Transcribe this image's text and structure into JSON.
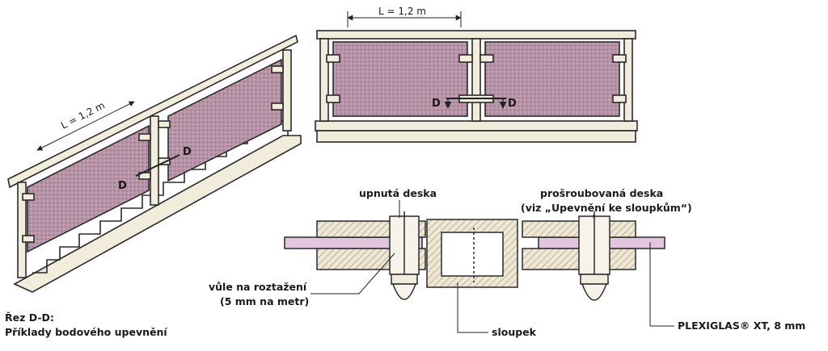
{
  "colors": {
    "panel": "#b895a8",
    "panel_dark": "#8a6478",
    "plexi": "#e3c6de",
    "frame_fill": "#f2ecdc",
    "hatch": "#d8cdb8",
    "line": "#2a2a2a"
  },
  "stair_view": {
    "dimension": "L = 1,2 m",
    "marker_left": "D",
    "marker_right": "D"
  },
  "front_view": {
    "dimension": "L = 1,2 m",
    "marker_left": "D",
    "marker_right": "D"
  },
  "section": {
    "title_line1": "Řez D-D:",
    "title_line2": "Příklady bodového upevnění",
    "clamped_label": "upnutá deska",
    "bolted_label_line1": "prošroubovaná deska",
    "bolted_label_line2": "(viz „Upevnění ke sloupkům“)",
    "expansion_line1": "vůle na roztažení",
    "expansion_line2": "(5 mm na metr)",
    "post_label": "sloupek",
    "sheet_label": "PLEXIGLAS® XT, 8 mm"
  }
}
